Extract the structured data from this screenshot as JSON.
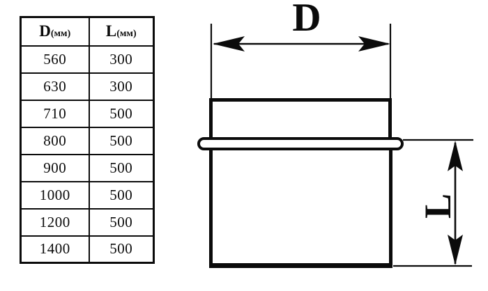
{
  "page": {
    "background_color": "#ffffff",
    "ink_color": "#0b0b0b"
  },
  "table": {
    "columns": [
      {
        "letter": "D",
        "unit": "(мм)"
      },
      {
        "letter": "L",
        "unit": "(мм)"
      }
    ],
    "rows": [
      [
        "560",
        "300"
      ],
      [
        "630",
        "300"
      ],
      [
        "710",
        "500"
      ],
      [
        "800",
        "500"
      ],
      [
        "900",
        "500"
      ],
      [
        "1000",
        "500"
      ],
      [
        "1200",
        "500"
      ],
      [
        "1400",
        "500"
      ]
    ]
  },
  "diagram": {
    "width_dimension_label": "D",
    "height_dimension_label": "L"
  }
}
